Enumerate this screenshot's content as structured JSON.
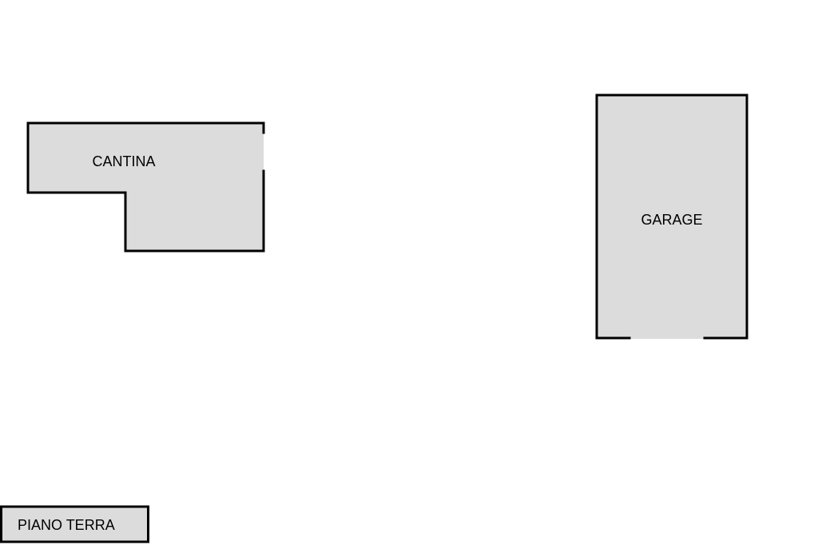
{
  "plan": {
    "rooms": [
      {
        "id": "cantina",
        "label": "CANTINA"
      },
      {
        "id": "garage",
        "label": "GARAGE"
      }
    ],
    "level": {
      "label": "PIANO TERRA"
    },
    "colors": {
      "room_fill": "#dcdcdc",
      "wall": "#000000",
      "background": "#ffffff"
    }
  }
}
